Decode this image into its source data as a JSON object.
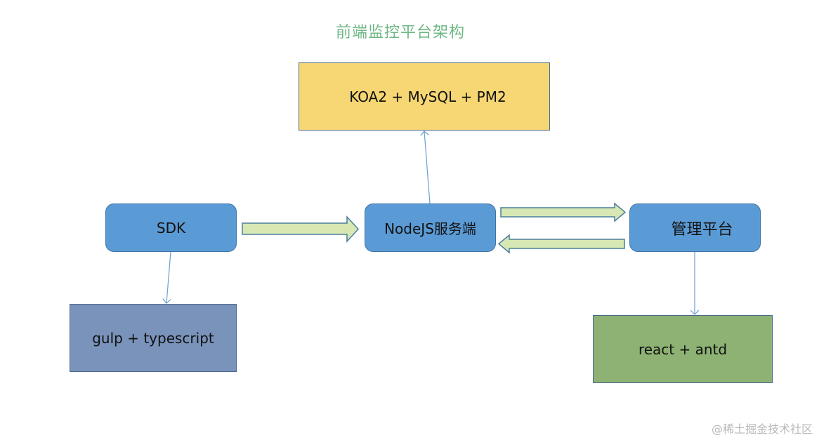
{
  "diagram": {
    "title": "前端监控平台架构",
    "nodes": {
      "backend_stack": "KOA2 + MySQL + PM2",
      "sdk": "SDK",
      "node_server": "NodeJS服务端",
      "admin_platform": "管理平台",
      "sdk_stack": "gulp + typescript",
      "admin_stack": "react + antd"
    },
    "edges": [
      {
        "from": "SDK",
        "to": "NodeJS服务端",
        "style": "block-arrow"
      },
      {
        "from": "NodeJS服务端",
        "to": "管理平台",
        "style": "block-arrow"
      },
      {
        "from": "管理平台",
        "to": "NodeJS服务端",
        "style": "block-arrow"
      },
      {
        "from": "NodeJS服务端",
        "to": "KOA2 + MySQL + PM2",
        "style": "line-arrow"
      },
      {
        "from": "SDK",
        "to": "gulp + typescript",
        "style": "line-arrow"
      },
      {
        "from": "管理平台",
        "to": "react + antd",
        "style": "line-arrow"
      }
    ],
    "colors": {
      "title": "#6fb885",
      "backend_box": "#f7d774",
      "rounded_box": "#5b9bd5",
      "sdk_stack_box": "#7a93ba",
      "admin_stack_box": "#8db273",
      "block_arrow_fill": "#d7e8b4",
      "line_arrow": "#6a9fd0"
    }
  },
  "watermark": "@稀土掘金技术社区"
}
